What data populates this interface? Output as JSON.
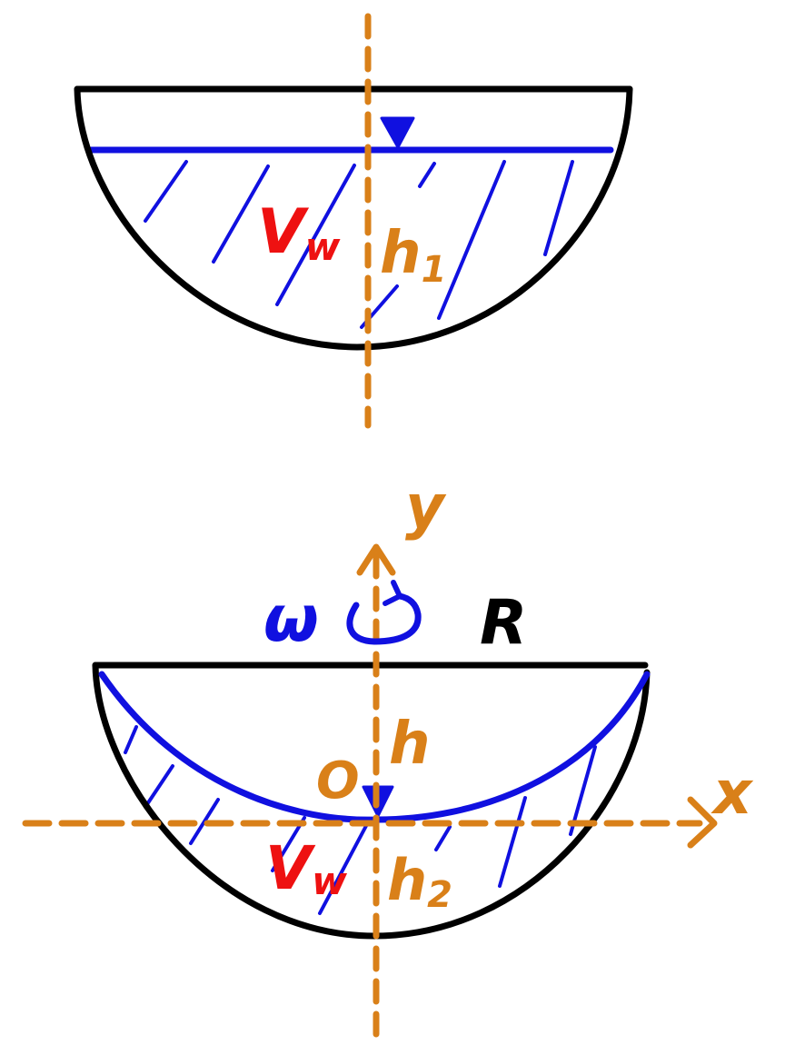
{
  "colors": {
    "vessel": "#000000",
    "water": "#1010e0",
    "axis": "#d98019",
    "volume_label": "#ee1111"
  },
  "top_diagram": {
    "volume_label": "V",
    "volume_sub": "w",
    "height_label": "h",
    "height_sub": "1"
  },
  "bottom_diagram": {
    "y_axis_label": "y",
    "x_axis_label": "x",
    "omega_label": "ω",
    "radius_label": "R",
    "height_label": "h",
    "origin_label": "O",
    "volume_label": "V",
    "volume_sub": "w",
    "height2_label": "h",
    "height2_sub": "2"
  }
}
